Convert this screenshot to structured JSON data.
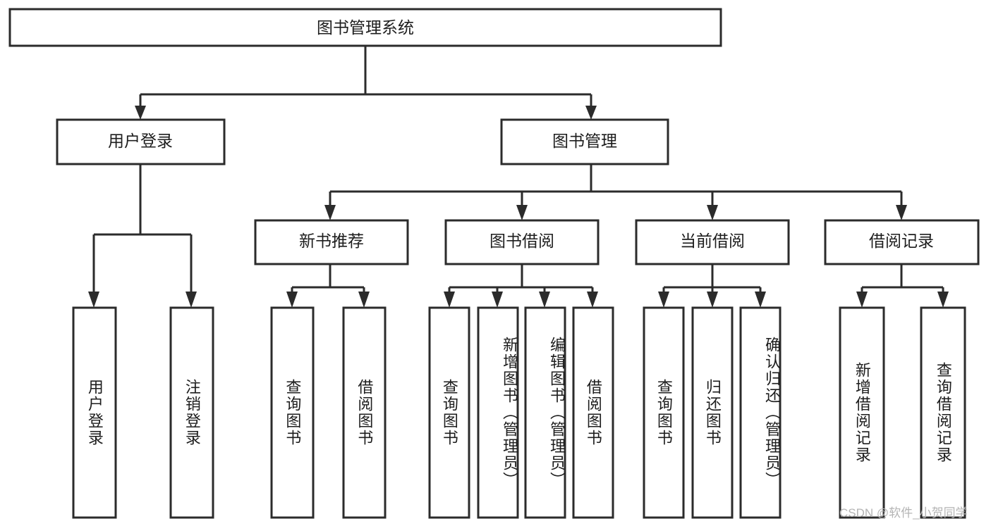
{
  "diagram": {
    "title_node": {
      "label": "图书管理系统"
    },
    "level2": [
      {
        "id": "user-login",
        "label": "用户登录"
      },
      {
        "id": "book-management",
        "label": "图书管理"
      }
    ],
    "level3": [
      {
        "id": "new-book-recommend",
        "label": "新书推荐"
      },
      {
        "id": "book-borrow",
        "label": "图书借阅"
      },
      {
        "id": "current-borrow",
        "label": "当前借阅"
      },
      {
        "id": "borrow-record",
        "label": "借阅记录"
      }
    ],
    "leaves": [
      {
        "id": "leaf-user-login",
        "label": "用户登录",
        "parent": "user-login"
      },
      {
        "id": "leaf-logout-login",
        "label": "注销登录",
        "parent": "user-login"
      },
      {
        "id": "leaf-query-book-1",
        "label": "查询图书",
        "parent": "new-book-recommend"
      },
      {
        "id": "leaf-borrow-book-1",
        "label": "借阅图书",
        "parent": "new-book-recommend"
      },
      {
        "id": "leaf-query-book-2",
        "label": "查询图书",
        "parent": "book-borrow"
      },
      {
        "id": "leaf-add-book",
        "label": "新增图书（管理员）",
        "parent": "book-borrow"
      },
      {
        "id": "leaf-edit-book",
        "label": "编辑图书（管理员）",
        "parent": "book-borrow"
      },
      {
        "id": "leaf-borrow-book-2",
        "label": "借阅图书",
        "parent": "book-borrow"
      },
      {
        "id": "leaf-query-book-3",
        "label": "查询图书",
        "parent": "current-borrow"
      },
      {
        "id": "leaf-return-book",
        "label": "归还图书",
        "parent": "current-borrow"
      },
      {
        "id": "leaf-confirm-return",
        "label": "确认归还（管理员）",
        "parent": "current-borrow"
      },
      {
        "id": "leaf-add-record",
        "label": "新增借阅记录",
        "parent": "borrow-record"
      },
      {
        "id": "leaf-query-record",
        "label": "查询借阅记录",
        "parent": "borrow-record"
      }
    ],
    "watermark": "CSDN @软件_小贺同学",
    "colors": {
      "stroke": "#2b2b2b",
      "fill": "#ffffff",
      "text": "#1d1d1d",
      "watermark": "#b4b4b4"
    }
  }
}
